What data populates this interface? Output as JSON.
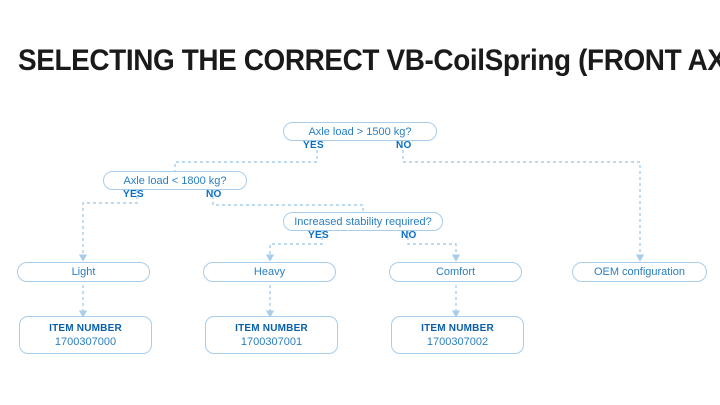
{
  "page": {
    "title": "SELECTING THE CORRECT VB-CoilSpring (FRONT AXLE)",
    "background": "#ffffff"
  },
  "colors": {
    "title_text": "#1a1a1a",
    "node_border": "#a8cdea",
    "node_text": "#2a7fc1",
    "branch_label": "#0a6fc2",
    "item_title": "#0a5fa8",
    "connector": "#a8cdea"
  },
  "flowchart": {
    "type": "decision-tree",
    "decisions": [
      {
        "id": "d1",
        "label": "Axle load > 1500 kg?",
        "yes_label": "YES",
        "no_label": "NO",
        "yes_target": "d2",
        "no_target": "r4"
      },
      {
        "id": "d2",
        "label": "Axle load < 1800 kg?",
        "yes_label": "YES",
        "no_label": "NO",
        "yes_target": "r1",
        "no_target": "d3"
      },
      {
        "id": "d3",
        "label": "Increased stability required?",
        "yes_label": "YES",
        "no_label": "NO",
        "yes_target": "r2",
        "no_target": "r3"
      }
    ],
    "results": [
      {
        "id": "r1",
        "label": "Light",
        "item_target": "i1"
      },
      {
        "id": "r2",
        "label": "Heavy",
        "item_target": "i2"
      },
      {
        "id": "r3",
        "label": "Comfort",
        "item_target": "i3"
      },
      {
        "id": "r4",
        "label": "OEM configuration",
        "item_target": null
      }
    ],
    "items": [
      {
        "id": "i1",
        "heading": "ITEM NUMBER",
        "number": "1700307000"
      },
      {
        "id": "i2",
        "heading": "ITEM NUMBER",
        "number": "1700307001"
      },
      {
        "id": "i3",
        "heading": "ITEM NUMBER",
        "number": "1700307002"
      }
    ]
  }
}
